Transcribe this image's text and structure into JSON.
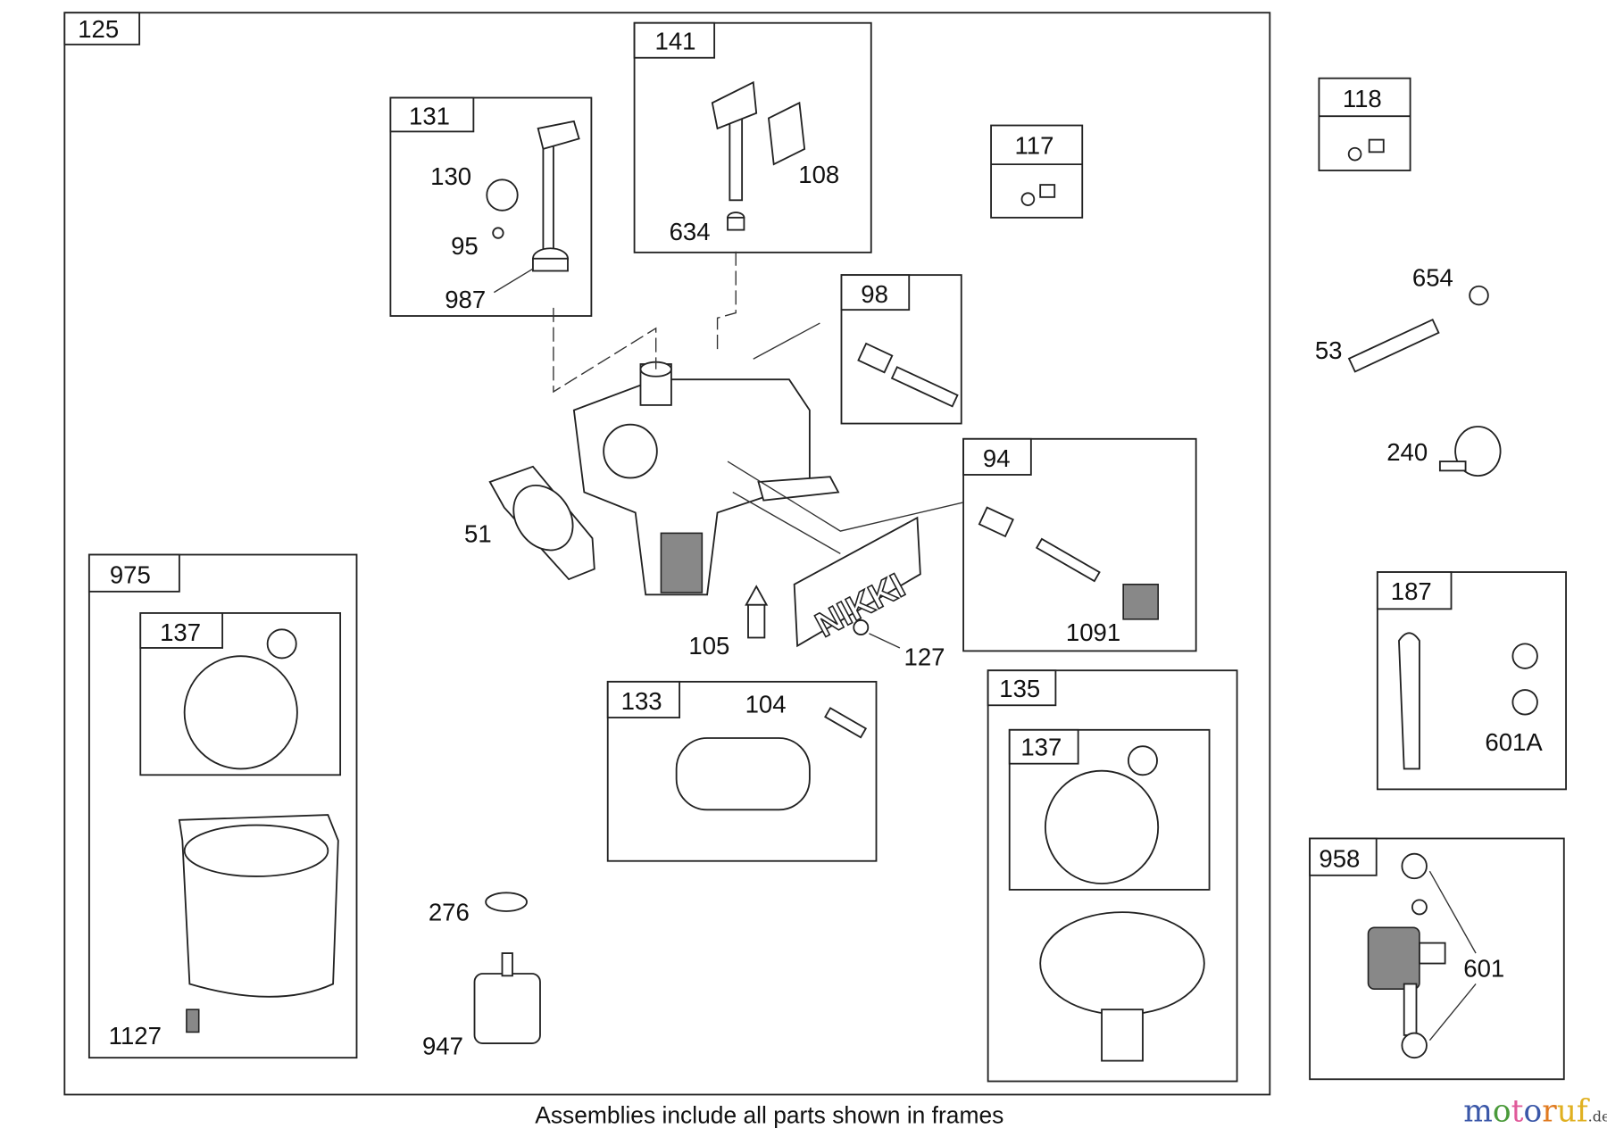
{
  "caption": "Assemblies include all parts shown in frames",
  "brand_mark": "NIKKI",
  "watermark": {
    "text": "motoruf",
    "suffix": ".de",
    "colors": [
      "#3a57a8",
      "#4a9a3a",
      "#e05a9a",
      "#3a57a8",
      "#e07a20",
      "#e0b020",
      "#e0b020"
    ]
  },
  "frames": {
    "f125": "125",
    "f131": "131",
    "f141": "141",
    "f117": "117",
    "f118": "118",
    "f98": "98",
    "f94": "94",
    "f975": "975",
    "f137a": "137",
    "f133": "133",
    "f135": "135",
    "f137b": "137",
    "f187": "187",
    "f958": "958"
  },
  "callouts": {
    "c130": "130",
    "c95": "95",
    "c987": "987",
    "c108": "108",
    "c634": "634",
    "c654": "654",
    "c53": "53",
    "c240": "240",
    "c51": "51",
    "c105": "105",
    "c127": "127",
    "c1091": "1091",
    "c104": "104",
    "c601A": "601A",
    "c601": "601",
    "c276": "276",
    "c947": "947",
    "c1127": "1127"
  }
}
